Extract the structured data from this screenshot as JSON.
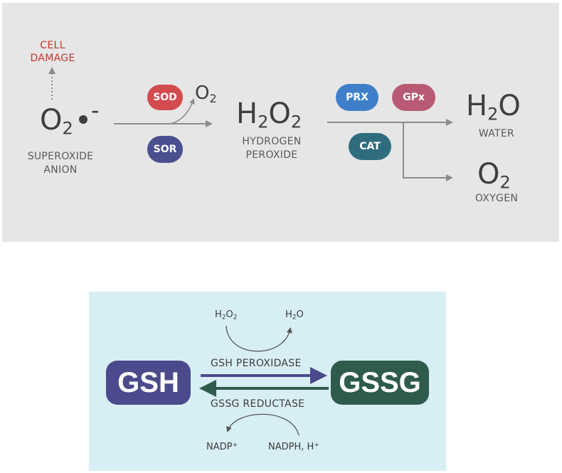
{
  "top": {
    "superoxide": {
      "base": "O",
      "sub": "2",
      "charge": "-"
    },
    "superoxide_label_1": "SUPEROXIDE",
    "superoxide_label_2": "ANION",
    "cell_damage_1": "CELL",
    "cell_damage_2": "DAMAGE",
    "enzymes_1": {
      "sod": "SOD",
      "sor": "SOR"
    },
    "o2_byproduct": {
      "base": "O",
      "sub": "2"
    },
    "h2o2": {
      "a": "H",
      "a_sub": "2",
      "b": "O",
      "b_sub": "2"
    },
    "h2o2_label_1": "HYDROGEN",
    "h2o2_label_2": "PEROXIDE",
    "enzymes_2": {
      "prx": "PRX",
      "gpx": "GPx",
      "cat": "CAT"
    },
    "water": {
      "a": "H",
      "a_sub": "2",
      "b": "O"
    },
    "water_label": "WATER",
    "oxygen": {
      "base": "O",
      "sub": "2"
    },
    "oxygen_label": "OXYGEN"
  },
  "bottom": {
    "h2o2_small": {
      "a": "H",
      "a_sub": "2",
      "b": "O",
      "b_sub": "2"
    },
    "h2o_small": {
      "a": "H",
      "a_sub": "2",
      "b": "O"
    },
    "gsh": "GSH",
    "gssg": "GSSG",
    "forward_label": "GSH PEROXIDASE",
    "reverse_label": "GSSG REDUCTASE",
    "nadp": {
      "base": "NADP",
      "sup": "+"
    },
    "nadph": {
      "base": "NADPH, H",
      "sup": "+"
    }
  },
  "colors": {
    "sod": "#d24b4e",
    "sor": "#4a4f8f",
    "prx": "#3f7fc9",
    "gpx": "#b85a73",
    "cat": "#2f6d7e",
    "gsh": "#4b4a8c",
    "gssg": "#2e5b4c",
    "damage": "#c0392b",
    "arrow": "#8c8c8c"
  }
}
